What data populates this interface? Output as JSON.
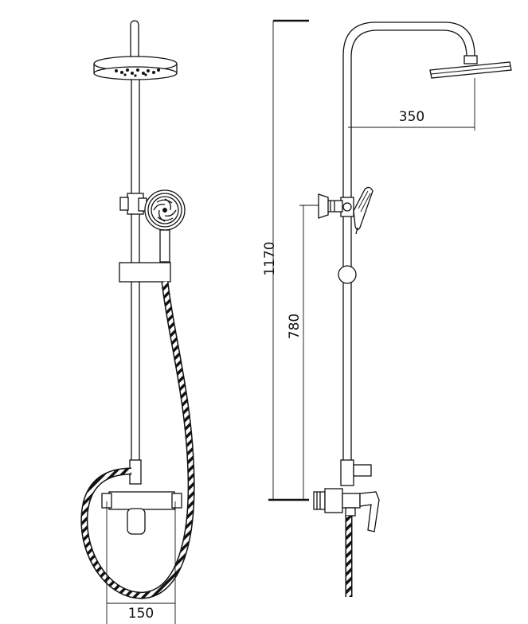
{
  "dimensions": {
    "total_height": "1170",
    "arm_reach": "350",
    "mixer_to_holder": "780",
    "mixer_centers": "150"
  },
  "colors": {
    "line": "#111111",
    "background": "#ffffff"
  }
}
